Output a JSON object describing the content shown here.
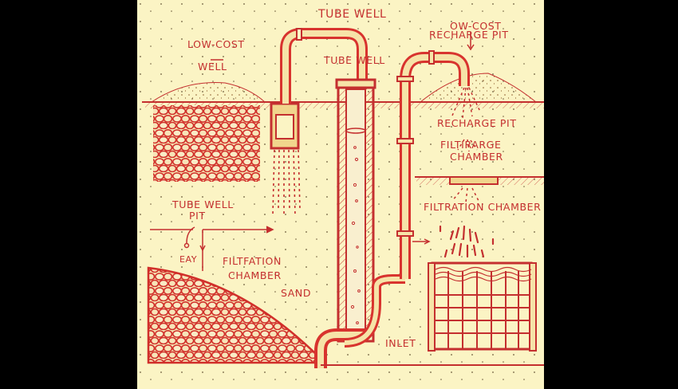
{
  "diagram": {
    "title": "TUBE WELL",
    "labels": {
      "low_cost_well_line1": "LOW-COST",
      "low_cost_well_line2": "WELL",
      "tube_well_inner": "TUBE WELL",
      "recharge_line1": "OW-COST",
      "recharge_line2": "RECHARGE PIT",
      "recharge_pit": "RECHARGE PIT",
      "filtirarge_line1": "FILTIRARGE",
      "filtirarge_line2": "CHAMBER",
      "filtration_chamber_right": "FILTRATION CHAMBER",
      "tube_well_pit_line1": "TUBE WELL",
      "tube_well_pit_line2": "PIT",
      "eay": "EAY",
      "filtfation_line1": "FILTFATION",
      "filtfation_line2": "CHAMBER",
      "sand": "SAND",
      "inlet": "INLET"
    },
    "colors": {
      "background": "#fbf4c4",
      "ink": "#c42f2f",
      "pipe": "#d8332e",
      "stone_fill": "#f6e4b8",
      "frame": "#000000"
    }
  }
}
